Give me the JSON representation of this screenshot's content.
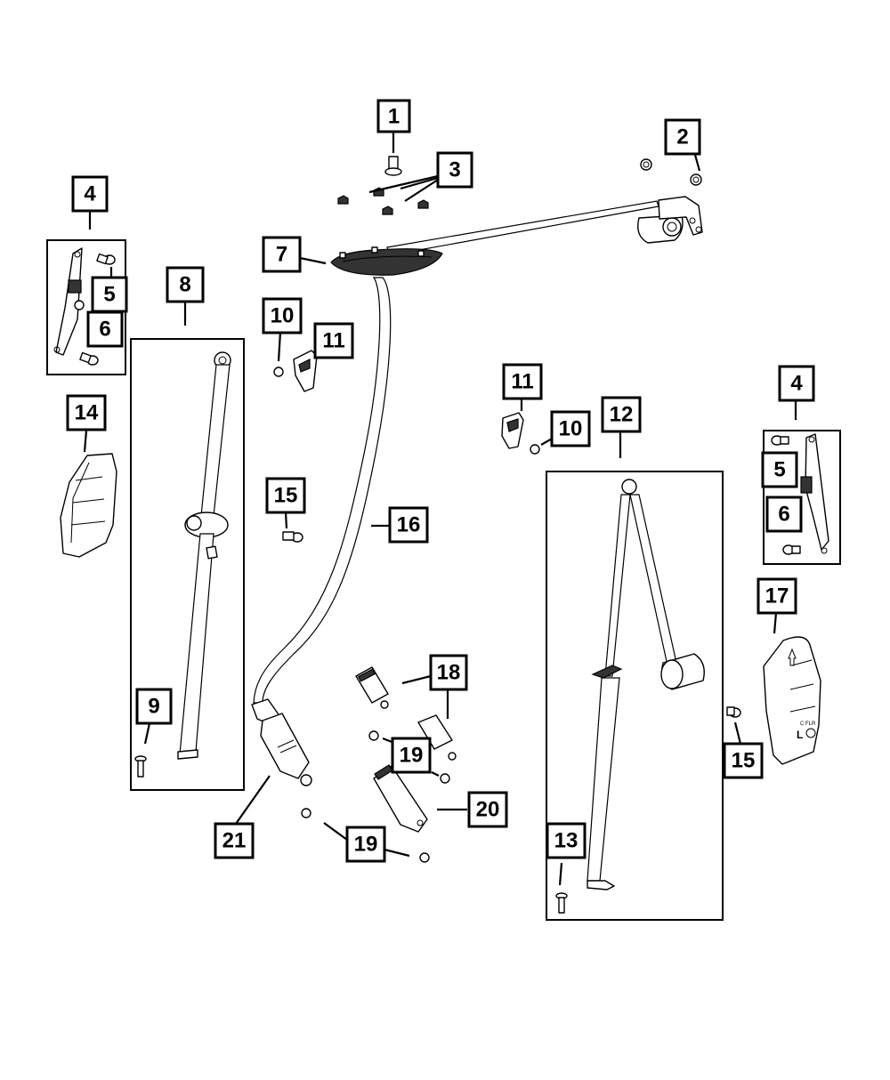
{
  "diagram": {
    "title": "Seat Belt Components Exploded View",
    "callouts": [
      {
        "id": "c1",
        "label": "1"
      },
      {
        "id": "c2",
        "label": "2"
      },
      {
        "id": "c3",
        "label": "3"
      },
      {
        "id": "c4a",
        "label": "4"
      },
      {
        "id": "c5a",
        "label": "5"
      },
      {
        "id": "c6a",
        "label": "6"
      },
      {
        "id": "c7",
        "label": "7"
      },
      {
        "id": "c8",
        "label": "8"
      },
      {
        "id": "c9",
        "label": "9"
      },
      {
        "id": "c10a",
        "label": "10"
      },
      {
        "id": "c11a",
        "label": "11"
      },
      {
        "id": "c14",
        "label": "14"
      },
      {
        "id": "c15a",
        "label": "15"
      },
      {
        "id": "c16",
        "label": "16"
      },
      {
        "id": "c11b",
        "label": "11"
      },
      {
        "id": "c10b",
        "label": "10"
      },
      {
        "id": "c12",
        "label": "12"
      },
      {
        "id": "c4b",
        "label": "4"
      },
      {
        "id": "c5b",
        "label": "5"
      },
      {
        "id": "c6b",
        "label": "6"
      },
      {
        "id": "c17",
        "label": "17"
      },
      {
        "id": "c15b",
        "label": "15"
      },
      {
        "id": "c18",
        "label": "18"
      },
      {
        "id": "c19a",
        "label": "19"
      },
      {
        "id": "c20",
        "label": "20"
      },
      {
        "id": "c19b",
        "label": "19"
      },
      {
        "id": "c21",
        "label": "21"
      },
      {
        "id": "c13",
        "label": "13"
      }
    ],
    "parts": [
      {
        "number": "1",
        "name": "bolt"
      },
      {
        "number": "2",
        "name": "nut"
      },
      {
        "number": "3",
        "name": "push-pin clips"
      },
      {
        "number": "4",
        "name": "height adjuster assembly"
      },
      {
        "number": "5",
        "name": "bolt"
      },
      {
        "number": "6",
        "name": "bolt"
      },
      {
        "number": "7",
        "name": "roof bezel"
      },
      {
        "number": "8",
        "name": "seat belt assembly (left)"
      },
      {
        "number": "9",
        "name": "bolt"
      },
      {
        "number": "10",
        "name": "nut"
      },
      {
        "number": "11",
        "name": "cover / cap"
      },
      {
        "number": "12",
        "name": "seat belt assembly (right)"
      },
      {
        "number": "13",
        "name": "bolt"
      },
      {
        "number": "14",
        "name": "trim panel (left)"
      },
      {
        "number": "15",
        "name": "bolt"
      },
      {
        "number": "16",
        "name": "center seat belt (roof mounted)"
      },
      {
        "number": "17",
        "name": "trim panel (right)"
      },
      {
        "number": "18",
        "name": "buckle"
      },
      {
        "number": "19",
        "name": "bolt"
      },
      {
        "number": "20",
        "name": "buckle assembly"
      },
      {
        "number": "21",
        "name": "center belt buckle / anchor"
      }
    ],
    "part_markings": {
      "panel17_text_1": "C FLR",
      "panel17_text_2": "L"
    }
  }
}
